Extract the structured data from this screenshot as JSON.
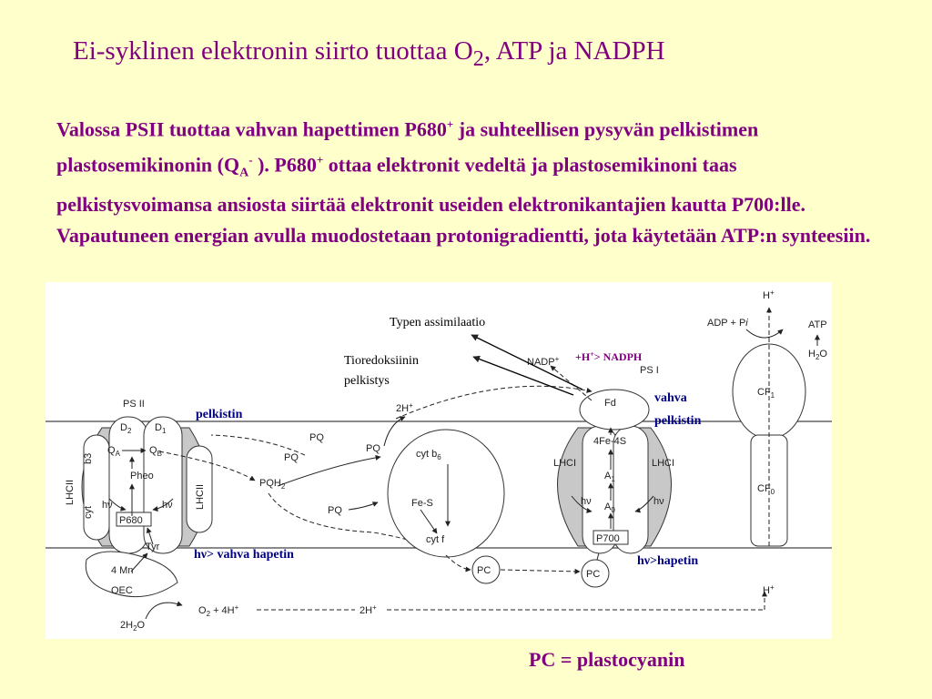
{
  "slide": {
    "title": {
      "before": "Ei-syklinen elektronin siirto tuottaa O",
      "sub": "2",
      "after": ", ATP ja NADPH"
    },
    "body": {
      "p1": "Valossa PSII tuottaa vahvan hapettimen P680",
      "sup1": "+",
      "p2": " ja suhteellisen pysyvän pelkistimen plastosemikinonin (Q",
      "sub_a": "A",
      "sup_minus": "-",
      "p3": " ). P680",
      "sup2": "+",
      "p4": " ottaa elektronit vedeltä ja plastosemikinoni taas pelkistysvoimansa ansiosta siirtää elektronit useiden elektronikantajien kautta P700:lle. Vapautuneen energian avulla muodostetaan protonigradientti, jota käytetään ATP:n synteesiin."
    },
    "footer": "PC = plastocyanin"
  },
  "diagram": {
    "psii": {
      "title": "PS II",
      "d2": "D",
      "d2_sub": "2",
      "d1": "D",
      "d1_sub": "1",
      "qa": "Q",
      "qa_sub": "A",
      "qb": "Q",
      "qb_sub": "B",
      "b3": "b3",
      "cyt": "cyt",
      "lhcii_left": "LHCII",
      "lhcii_right": "LHCII",
      "pheo": "Pheo",
      "hv_left": "hν",
      "hv_right": "hν",
      "p680": "P680",
      "tyr": "Tyr",
      "mn": "4 Mn",
      "oec": "OEC"
    },
    "water": {
      "h2o": "2H",
      "h2o_sub": "2",
      "h2o_end": "O",
      "o2": "O",
      "o2_sub": "2",
      "o2_plus": " + 4H",
      "o2_sup": "+"
    },
    "pq": {
      "pq1": "PQ",
      "pq2": "PQ",
      "pqh2": "PQH",
      "pqh2_sub": "2",
      "pq3": "PQ",
      "pq4": "PQ",
      "h_top": "2H",
      "h_top_sup": "+",
      "h_bottom": "2H",
      "h_bottom_sup": "+"
    },
    "cytb6f": {
      "b6": "cyt b",
      "b6_sub": "6",
      "fes": "Fe-S",
      "cytf": "cyt f"
    },
    "pc": {
      "pc1": "PC",
      "pc2": "PC"
    },
    "psi": {
      "title": "PS I",
      "fd": "Fd",
      "fe4s": "4Fe-4S",
      "a1": "A",
      "a1_sub": "1",
      "a0": "A",
      "a0_sub": "0",
      "hv": "hν",
      "hv2": "hν",
      "lhci_left": "LHCI",
      "lhci_right": "LHCI",
      "p700": "P700",
      "nadp": "NADP",
      "nadp_sup": "+"
    },
    "atpsynthase": {
      "h_top": "H",
      "h_top_sup": "+",
      "adp": "ADP + P",
      "adp_i": "i",
      "atp": "ATP",
      "h2o": "H",
      "h2o_sub": "2",
      "h2o_end": "O",
      "cf1": "CF",
      "cf1_sub": "1",
      "cf0": "CF",
      "cf0_sub": "0",
      "h_bottom": "H",
      "h_bottom_sup": "+"
    },
    "annotations": {
      "pelkistin": "pelkistin",
      "hv_vahva": "hν> vahva hapetin",
      "typen": "Typen assimilaatio",
      "tioredoksiinin": "Tioredoksiinin",
      "pelkistys": "pelkistys",
      "nadph_pre": "+H",
      "nadph_sup": "+",
      "nadph_post": "> NADPH",
      "vahva": "vahva",
      "vahva_pelkistin": "pelkistin",
      "hv_hapetin": "hν>hapetin"
    }
  }
}
